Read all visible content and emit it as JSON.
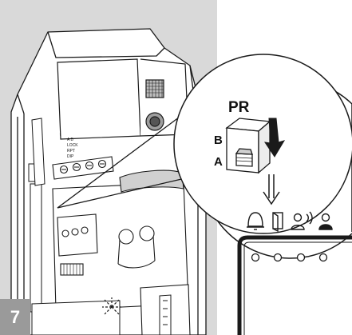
{
  "step_number": "7",
  "switch": {
    "name": "PR",
    "position_b": "B",
    "position_a": "A"
  },
  "device_labels": [
    "↑",
    "A B",
    "LOCK",
    "RPT",
    "DIP"
  ],
  "colors": {
    "background_panel": "#d9d9d9",
    "badge": "#9a9a9a",
    "line": "#1a1a1a"
  },
  "icons": [
    "bell-icon",
    "door-icon",
    "speaking-person-icon",
    "person-icon"
  ],
  "indicator_leds": 4
}
